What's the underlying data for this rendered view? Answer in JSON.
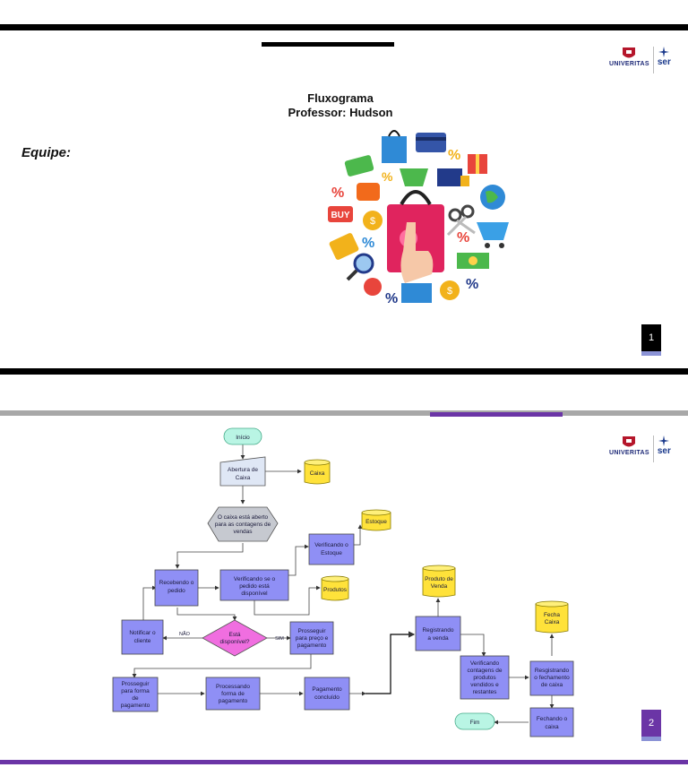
{
  "slide1": {
    "title_line1": "Fluxograma",
    "title_line2": "Professor: Hudson",
    "team_label": "Equipe:",
    "page_number": "1",
    "logo_name": "UNIVERITAS",
    "logo_sub": "ser",
    "illustration_labels": {
      "buy": "BUY",
      "percent": "%",
      "dollar": "$"
    }
  },
  "slide2": {
    "page_number": "2",
    "logo_name": "UNIVERITAS",
    "logo_sub": "ser",
    "flowchart": {
      "inicio": "Início",
      "abertura_l1": "Abertura de",
      "abertura_l2": "Caixa",
      "caixa_db": "Caixa",
      "hex_l1": "O caixa está aberto",
      "hex_l2": "para as contagens de",
      "hex_l3": "vendas",
      "verif_estoque_l1": "Verificando o",
      "verif_estoque_l2": "Estoque",
      "estoque_db": "Estoque",
      "recebendo_l1": "Recebendo o",
      "recebendo_l2": "pedido",
      "verif_pedido_l1": "Verificando se o",
      "verif_pedido_l2": "pedido está",
      "verif_pedido_l3": "disponível",
      "produtos_db": "Produtos",
      "notificar_l1": "Notificar o",
      "notificar_l2": "cliente",
      "decision_l1": "Está",
      "decision_l2": "disponível?",
      "nao": "NÃO",
      "sim": "SIM",
      "prosseguir_preco_l1": "Prosseguir",
      "prosseguir_preco_l2": "para preço e",
      "prosseguir_preco_l3": "pagamento",
      "prosseguir_forma_l1": "Prosseguir",
      "prosseguir_forma_l2": "para forma",
      "prosseguir_forma_l3": "de",
      "prosseguir_forma_l4": "pagamento",
      "processando_l1": "Processando",
      "processando_l2": "forma de",
      "processando_l3": "pagamento",
      "pagamento_l1": "Pagamento",
      "pagamento_l2": "concluído",
      "registrando_venda_l1": "Registrando",
      "registrando_venda_l2": "a venda",
      "produto_venda_l1": "Produto de",
      "produto_venda_l2": "Venda",
      "verif_contagem_l1": "Verificando",
      "verif_contagem_l2": "contagens de",
      "verif_contagem_l3": "produtos",
      "verif_contagem_l4": "vendidos e",
      "verif_contagem_l5": "restantes",
      "registrando_fech_l1": "Resgistrando",
      "registrando_fech_l2": "o fechamento",
      "registrando_fech_l3": "de caixa",
      "fecha_caixa_l1": "Fecha",
      "fecha_caixa_l2": "Caixa",
      "fechando_l1": "Fechando o",
      "fechando_l2": "caixa",
      "fim": "Fim"
    }
  },
  "colors": {
    "process": "#8f8ff5",
    "terminal": "#b9f5e4",
    "database": "#ffe23a",
    "decision": "#f06ee0",
    "hexagon": "#c6c9d0",
    "accent_purple": "#6b35a6",
    "dark_bar": "#000000"
  }
}
